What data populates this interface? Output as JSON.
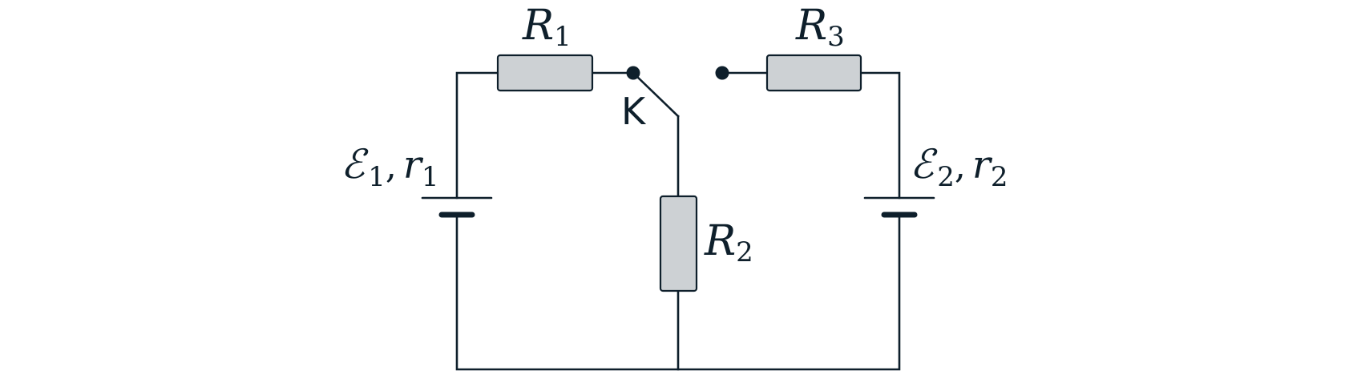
{
  "colors": {
    "ink": "#0e1f2b",
    "resistor_fill": "#cdd1d4",
    "background": "#ffffff"
  },
  "labels": {
    "r1": {
      "main": "R",
      "sub": "1"
    },
    "r2": {
      "main": "R",
      "sub": "2"
    },
    "r3": {
      "main": "R",
      "sub": "3"
    },
    "switch": "K",
    "source1": {
      "emf": "ℰ",
      "emf_sub": "1",
      "sep": ",",
      "r": "r",
      "r_sub": "1"
    },
    "source2": {
      "emf": "ℰ",
      "emf_sub": "2",
      "sep": ",",
      "r": "r",
      "r_sub": "2"
    }
  }
}
